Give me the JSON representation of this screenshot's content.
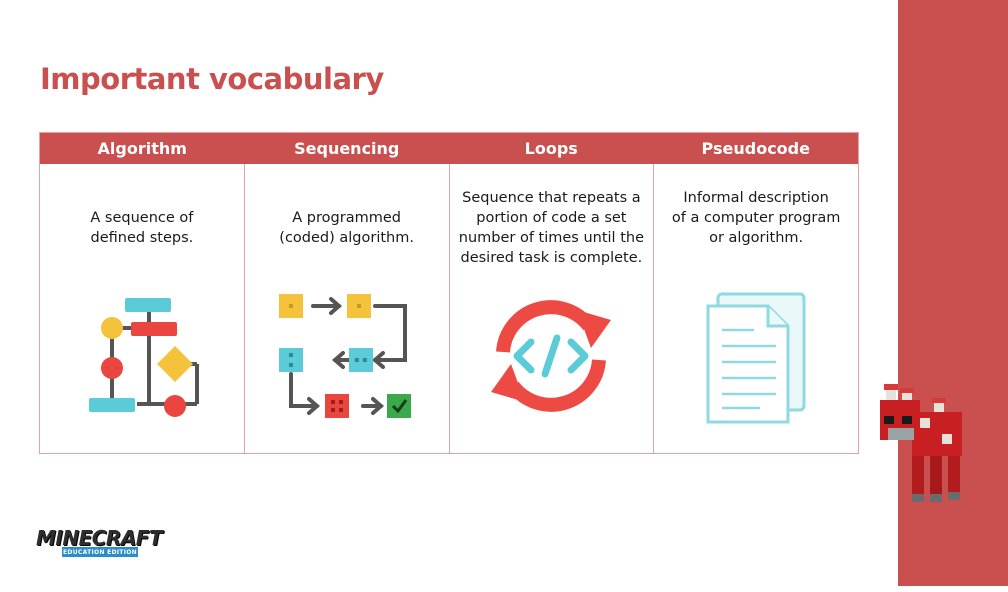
{
  "slide": {
    "title": "Important vocabulary"
  },
  "columns": [
    {
      "term": "Algorithm",
      "definition_lines": [
        "A sequence of",
        "defined steps."
      ],
      "icon": "flowchart-icon"
    },
    {
      "term": "Sequencing",
      "definition_lines": [
        "A programmed",
        "(coded) algorithm."
      ],
      "icon": "sequence-steps-icon"
    },
    {
      "term": "Loops",
      "definition_lines": [
        "Sequence that repeats a",
        "portion of code a set",
        "number of times until the",
        "desired task is complete."
      ],
      "icon": "loop-code-icon"
    },
    {
      "term": "Pseudocode",
      "definition_lines": [
        "Informal description",
        "of a computer program",
        "or algorithm."
      ],
      "icon": "document-icon"
    }
  ],
  "branding": {
    "logo_text": "MINECRAFT",
    "logo_subtext": "EDUCATION EDITION",
    "mascot": "mooshroom-character"
  },
  "colors": {
    "accent": "#c9504f",
    "cyan": "#5ccbd8",
    "red": "#e9463f",
    "yellow": "#f5c33b",
    "green": "#3aa84b"
  }
}
